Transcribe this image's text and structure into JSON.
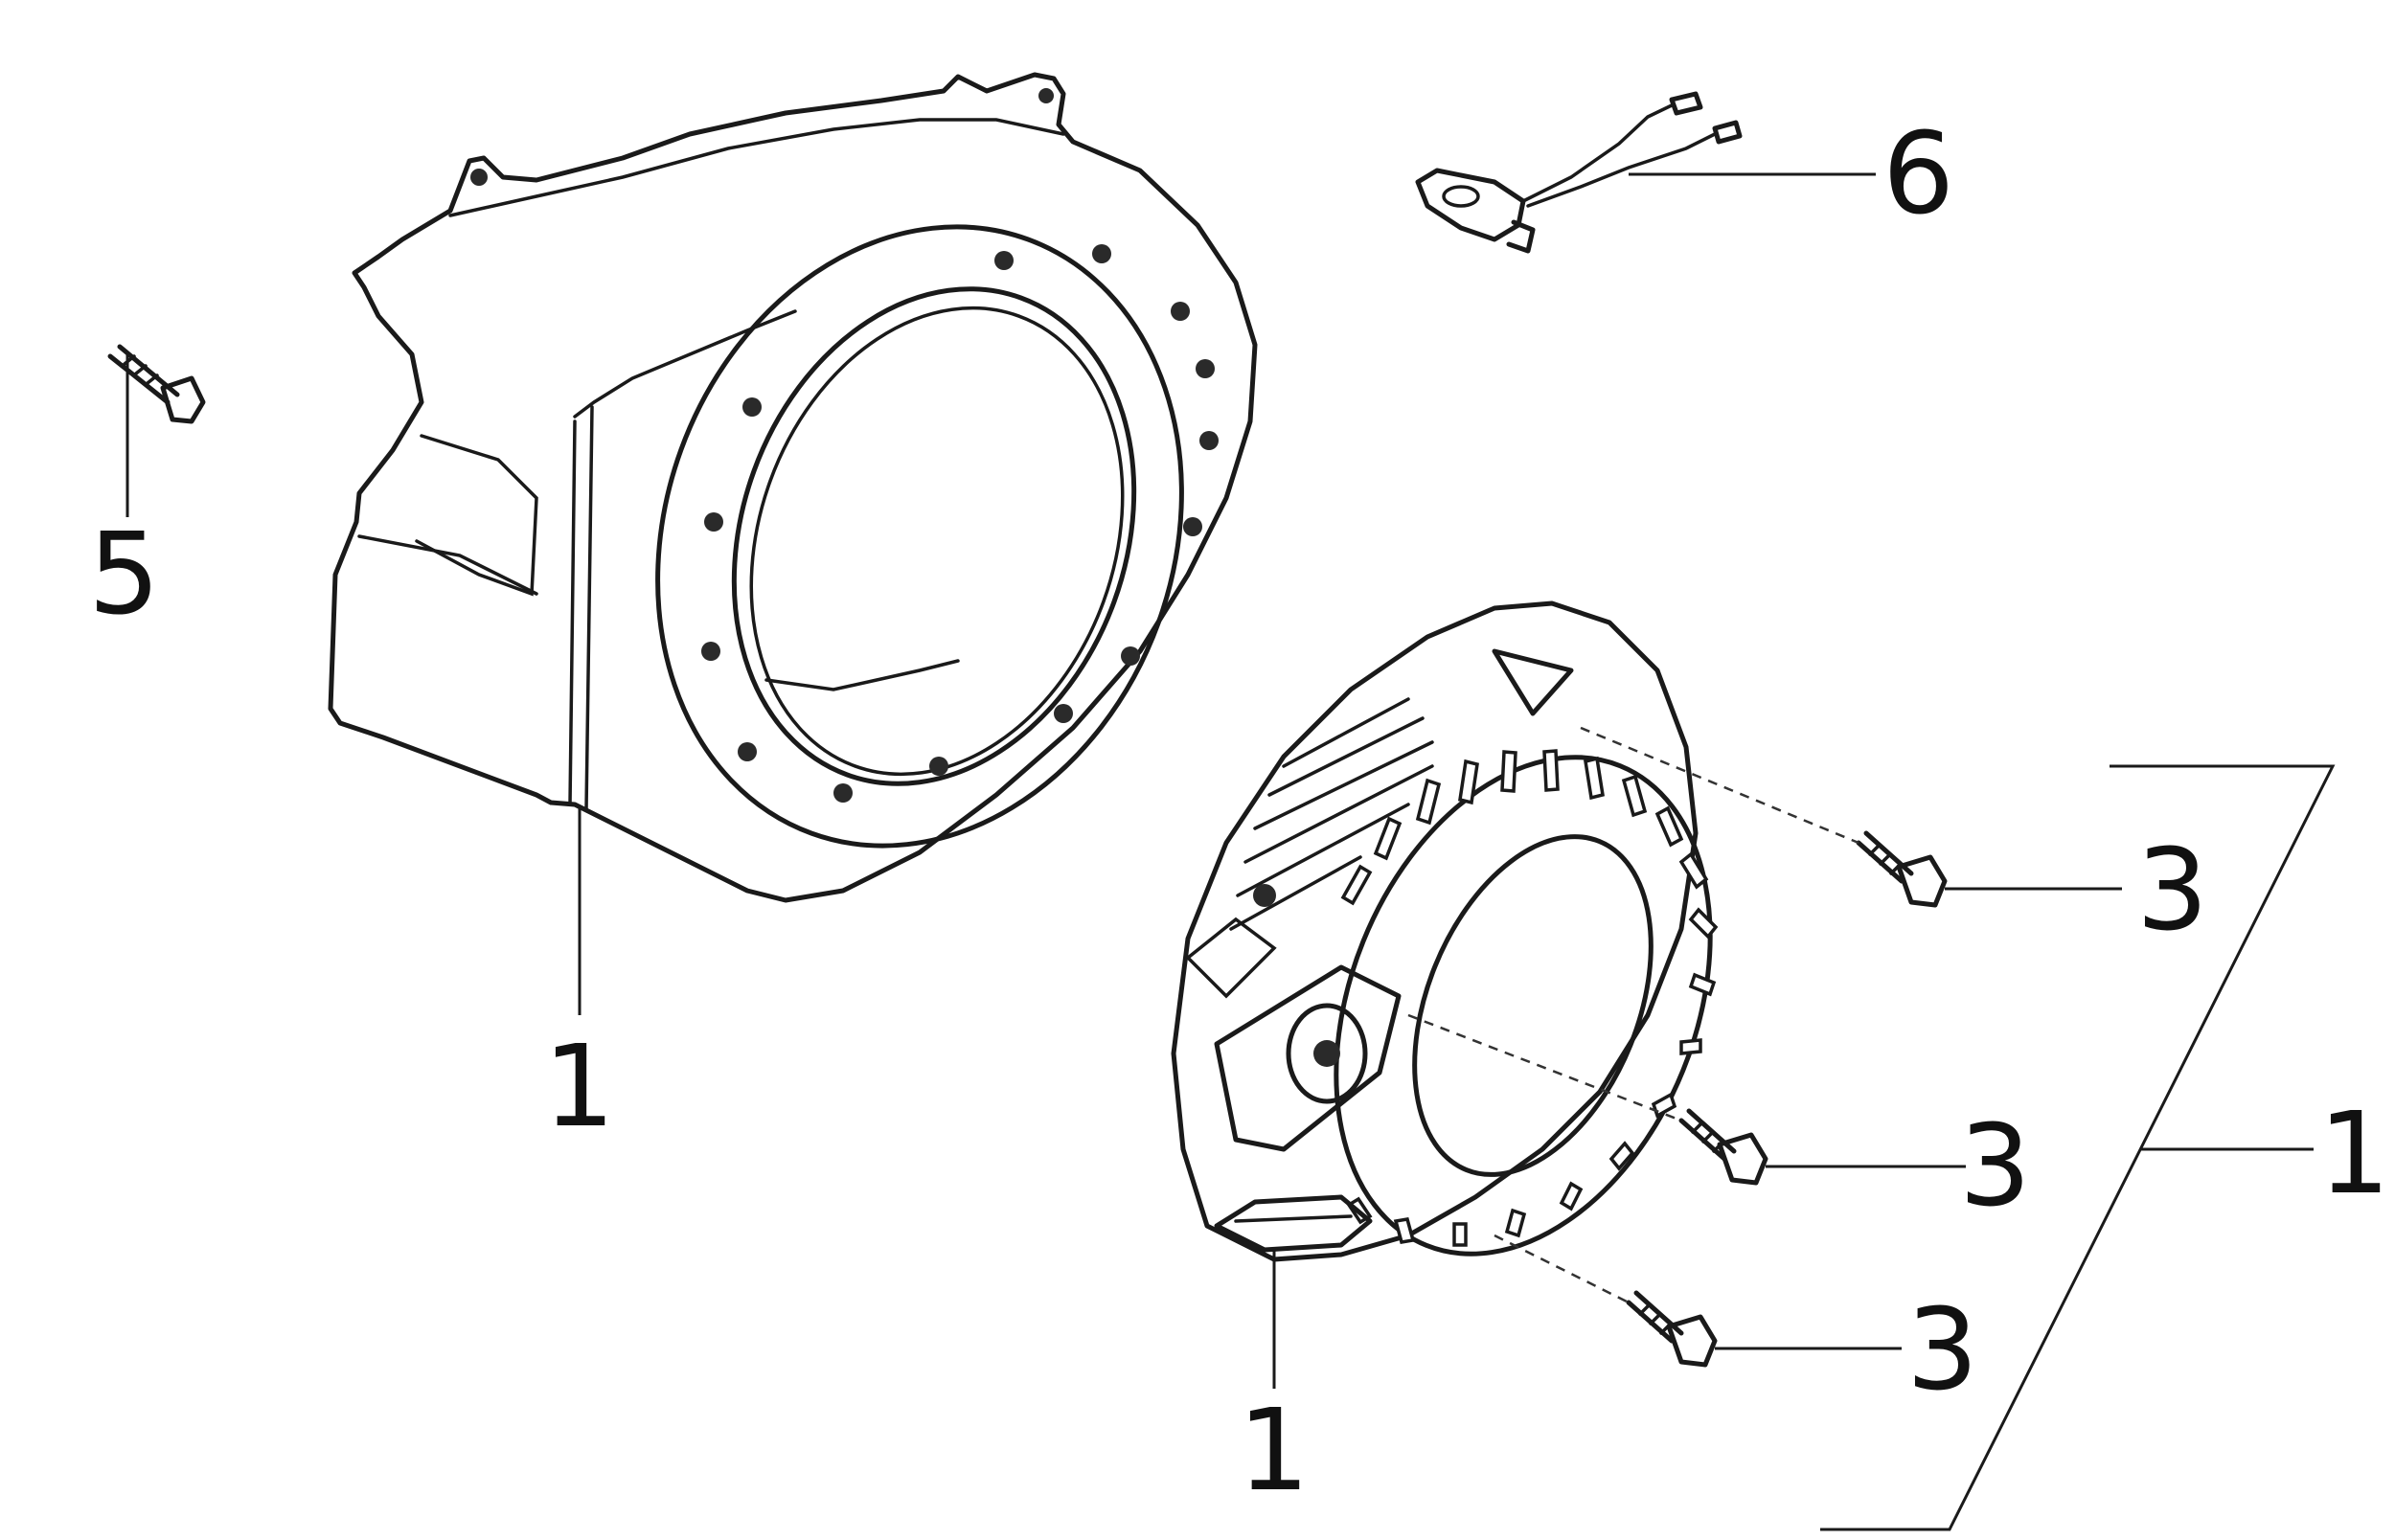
{
  "callouts": {
    "fan_cover_label": "1",
    "screw_5_label": "5",
    "switch_6_label": "6",
    "recoil_label": "1",
    "bolt_top_label": "3",
    "bolt_mid_label": "3",
    "bolt_bottom_label": "3",
    "assembly_label": "1"
  },
  "colors": {
    "line": "#1a1a1a",
    "background": "#ffffff"
  }
}
